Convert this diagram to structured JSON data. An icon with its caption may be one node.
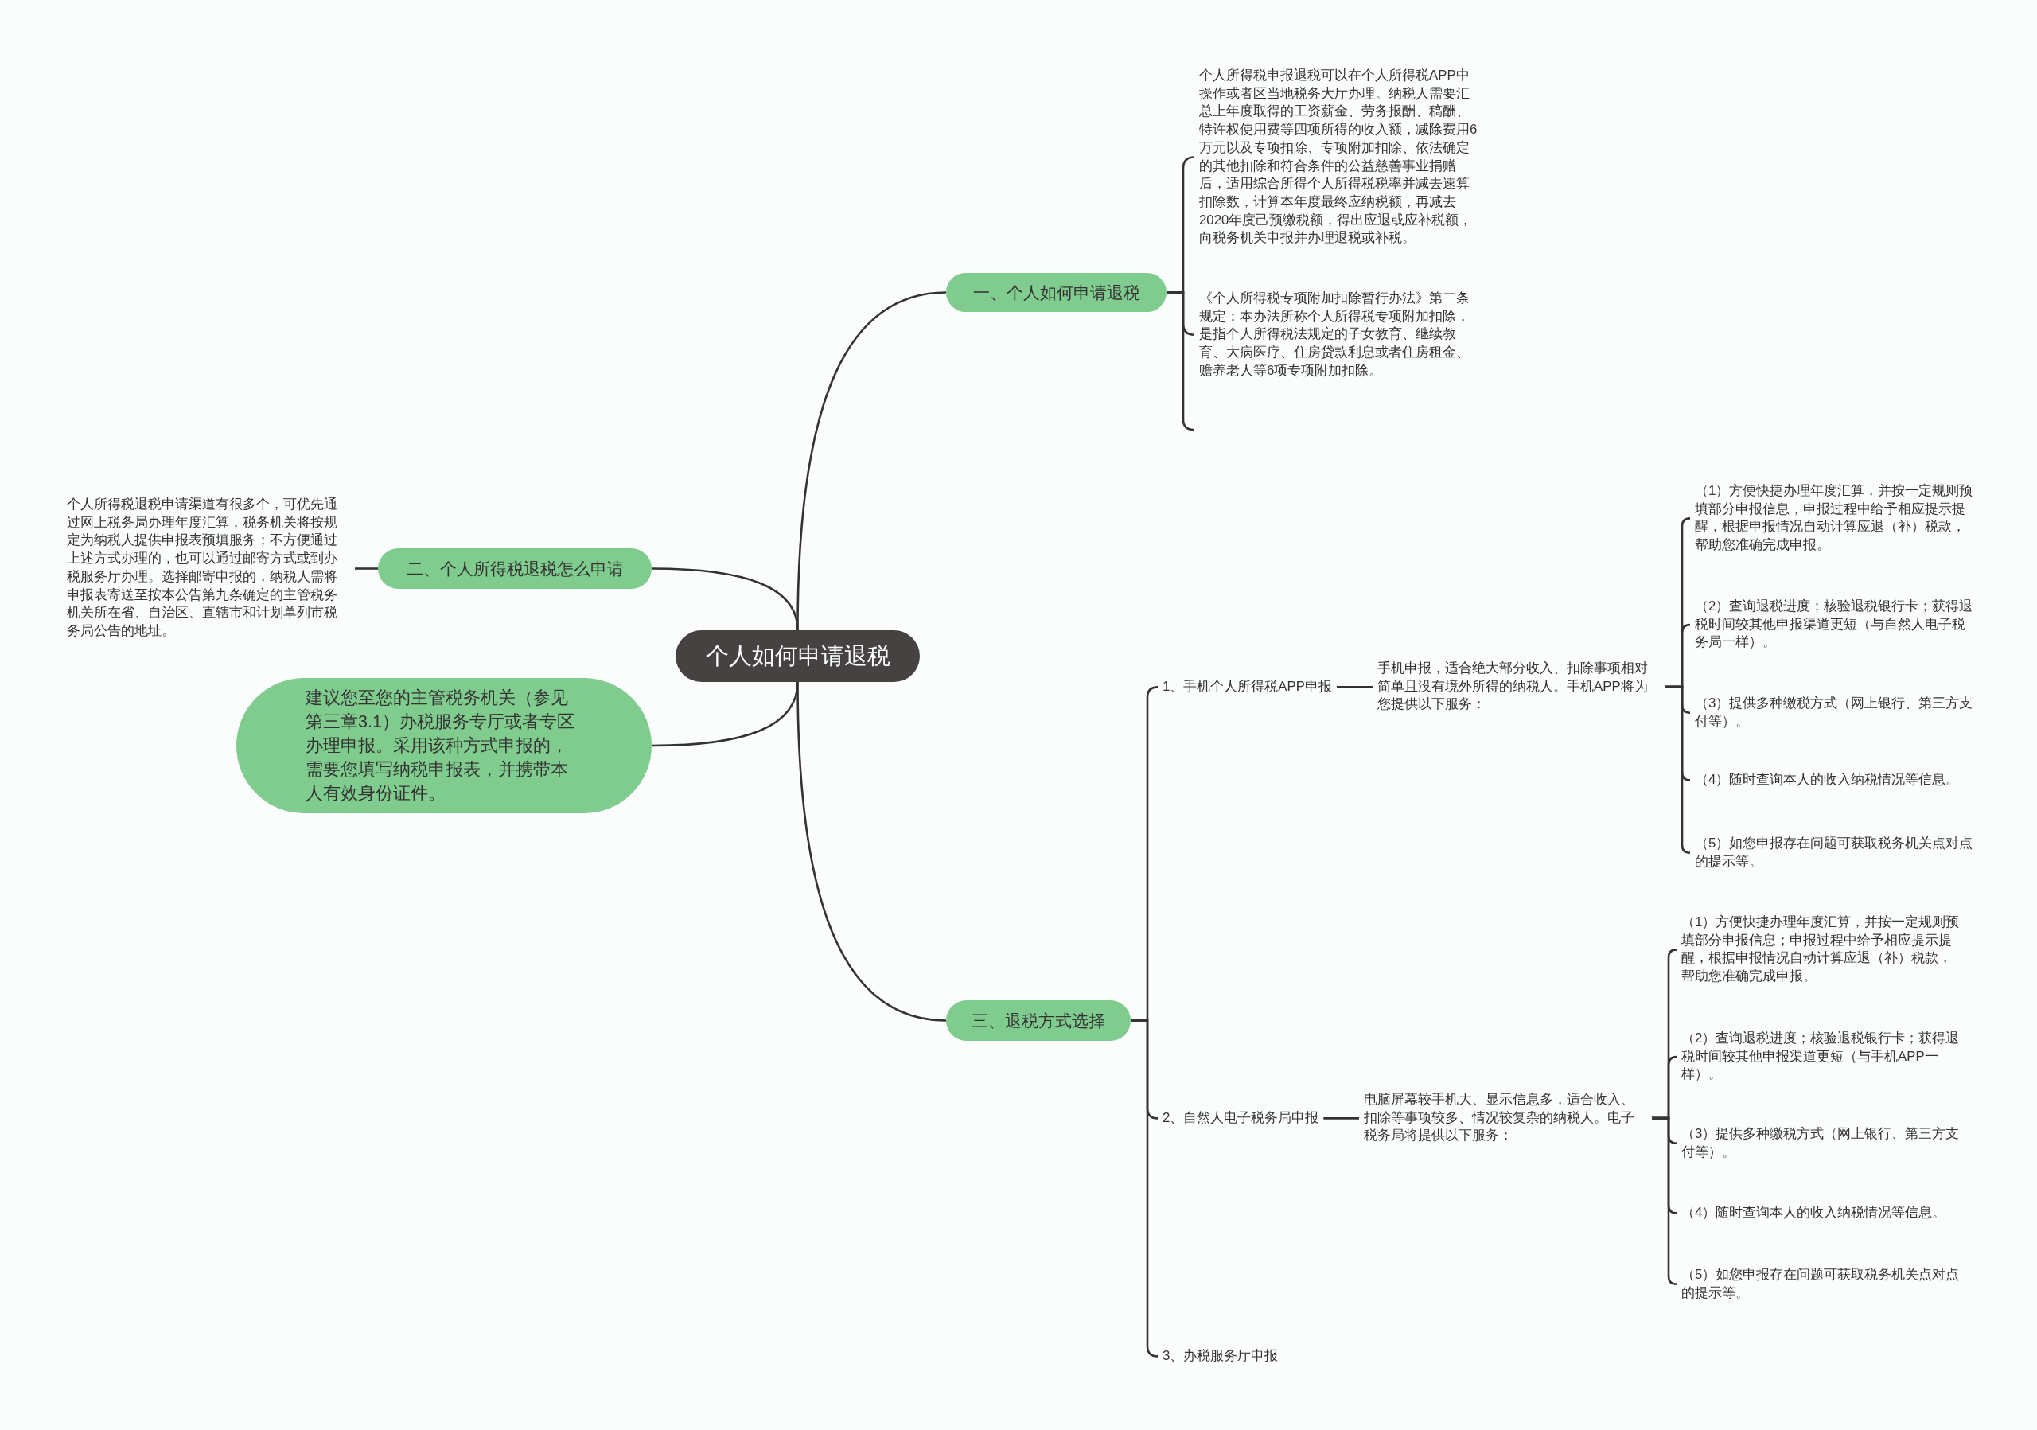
{
  "diagram": {
    "nodes": [
      {
        "text": [
          "个人如何申请退税"
        ]
      },
      {
        "text": [
          "一、个人如何申请退税"
        ]
      },
      {
        "text": [
          "个人所得税申报退税可以在个人所得税APP中操作或者区当地税务大厅办理。纳税人需要汇总上年度取得的工资薪金、劳务报酬、稿酬、特许权使用费等四项所得的收入额，减除费用6万元以及专项扣除、专项附加扣除、依法确定的其他扣除和符合条件的公益慈善事业捐赠后，适用综合所得个人所得税税率并减去速算扣除数，计算本年度最终应纳税额，再减去2020年度己预缴税额，得出应退或应补税额，向税务机关申报并办理退税或补税。"
        ]
      },
      {
        "text": [
          "《个人所得税专项附加扣除暂行办法》第二条规定：本办法所称个人所得税专项附加扣除，是指个人所得税法规定的子女教育、继续教育、大病医疗、住房贷款利息或者住房租金、赡养老人等6项专项附加扣除。"
        ]
      },
      {
        "text": [
          "二、个人所得税退税怎么申请"
        ]
      },
      {
        "text": [
          "个人所得税退税申请渠道有很多个，可优先通过网上税务局办理年度汇算，税务机关将按规定为纳税人提供申报表预填服务；不方便通过上述方式办理的，也可以通过邮寄方式或到办税服务厅办理。选择邮寄申报的，纳税人需将申报表寄送至按本公告第九条确定的主管税务机关所在省、自治区、直辖市和计划单列市税务局公告的地址。"
        ]
      },
      {
        "text": [
          "建议您至您的主管税务机关（参见第三章3.1）办税服务专厅或者专区办理申报。采用该种方式申报的，需要您填写纳税申报表，并携带本人有效身份证件。"
        ]
      },
      {
        "text": [
          "三、退税方式选择"
        ]
      },
      {
        "text": [
          "1、手机个人所得税APP申报"
        ]
      },
      {
        "text": [
          "手机申报，适合绝大部分收入、扣除事项相对简单且没有境外所得的纳税人。手机APP将为您提供以下服务："
        ]
      },
      {
        "text": [
          "（1）方便快捷办理年度汇算，并按一定规则预填部分申报信息，申报过程中给予相应提示提醒，根据申报情况自动计算应退（补）税款，帮助您准确完成申报。"
        ]
      },
      {
        "text": [
          "（2）查询退税进度；核验退税银行卡；获得退税时间较其他申报渠道更短（与自然人电子税务局一样）。"
        ]
      },
      {
        "text": [
          "（3）提供多种缴税方式（网上银行、第三方支付等）。"
        ]
      },
      {
        "text": [
          "（4）随时查询本人的收入纳税情况等信息。"
        ]
      },
      {
        "text": [
          "（5）如您申报存在问题可获取税务机关点对点的提示等。"
        ]
      },
      {
        "text": [
          "2、自然人电子税务局申报"
        ]
      },
      {
        "text": [
          "电脑屏幕较手机大、显示信息多，适合收入、扣除等事项较多、情况较复杂的纳税人。电子税务局将提供以下服务："
        ]
      },
      {
        "text": [
          "（1）方便快捷办理年度汇算，并按一定规则预填部分申报信息；申报过程中给予相应提示提醒，根据申报情况自动计算应退（补）税款，帮助您准确完成申报。"
        ]
      },
      {
        "text": [
          "（2）查询退税进度；核验退税银行卡；获得退税时间较其他申报渠道更短（与手机APP一样）。"
        ]
      },
      {
        "text": [
          "（3）提供多种缴税方式（网上银行、第三方支付等）。"
        ]
      },
      {
        "text": [
          "（4）随时查询本人的收入纳税情况等信息。"
        ]
      },
      {
        "text": [
          "（5）如您申报存在问题可获取税务机关点对点的提示等。"
        ]
      },
      {
        "text": [
          "3、办税服务厅申报"
        ]
      }
    ],
    "edges": [
      {
        "from": 0,
        "to": 1,
        "arrow": "none"
      },
      {
        "from": 1,
        "to": 2,
        "arrow": "none"
      },
      {
        "from": 1,
        "to": 3,
        "arrow": "none"
      },
      {
        "from": 1,
        "to": null,
        "arrow": "none"
      },
      {
        "from": 0,
        "to": 4,
        "arrow": "none"
      },
      {
        "from": 4,
        "to": 5,
        "arrow": "none"
      },
      {
        "from": 0,
        "to": 6,
        "arrow": "none"
      },
      {
        "from": 0,
        "to": 7,
        "arrow": "none"
      },
      {
        "from": 7,
        "to": 8,
        "arrow": "none"
      },
      {
        "from": 8,
        "to": 9,
        "arrow": "none"
      },
      {
        "from": 9,
        "to": 10,
        "arrow": "none"
      },
      {
        "from": 9,
        "to": 11,
        "arrow": "none"
      },
      {
        "from": 9,
        "to": 12,
        "arrow": "none"
      },
      {
        "from": 9,
        "to": 13,
        "arrow": "none"
      },
      {
        "from": 9,
        "to": 14,
        "arrow": "none"
      },
      {
        "from": 7,
        "to": 15,
        "arrow": "none"
      },
      {
        "from": 15,
        "to": 16,
        "arrow": "none"
      },
      {
        "from": 16,
        "to": 17,
        "arrow": "none"
      },
      {
        "from": 16,
        "to": 18,
        "arrow": "none"
      },
      {
        "from": 16,
        "to": 19,
        "arrow": "none"
      },
      {
        "from": 16,
        "to": 20,
        "arrow": "none"
      },
      {
        "from": 16,
        "to": 21,
        "arrow": "none"
      },
      {
        "from": 7,
        "to": 22,
        "arrow": "none"
      }
    ]
  }
}
